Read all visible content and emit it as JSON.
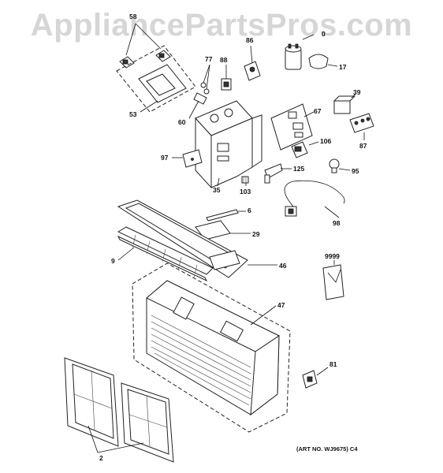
{
  "watermark": "AppliancePartsPros.com",
  "art_number": "(ART NO. WJ9675) C4",
  "callouts": {
    "c58": "58",
    "c86": "86",
    "c0": "0",
    "c77": "77",
    "c88": "88",
    "c17": "17",
    "c53": "53",
    "c60": "60",
    "c39": "39",
    "c67": "67",
    "c87": "87",
    "c106": "106",
    "c97": "97",
    "c125": "125",
    "c95": "95",
    "c35": "35",
    "c103": "103",
    "c6": "6",
    "c98": "98",
    "c29": "29",
    "c9": "9",
    "c9999": "9999",
    "c46": "46",
    "c47": "47",
    "c81": "81",
    "c2": "2"
  }
}
